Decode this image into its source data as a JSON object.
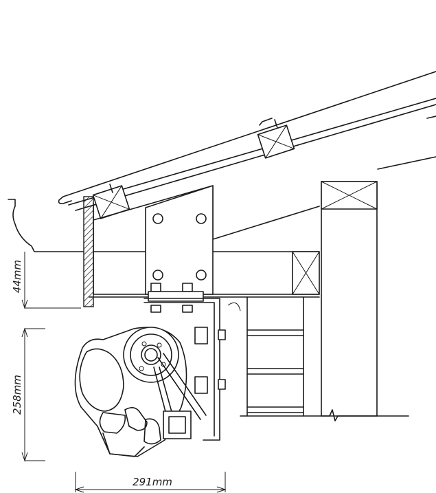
{
  "dimensions": {
    "gap_height": "44mm",
    "unit_height": "258mm",
    "projection_width": "291mm"
  }
}
